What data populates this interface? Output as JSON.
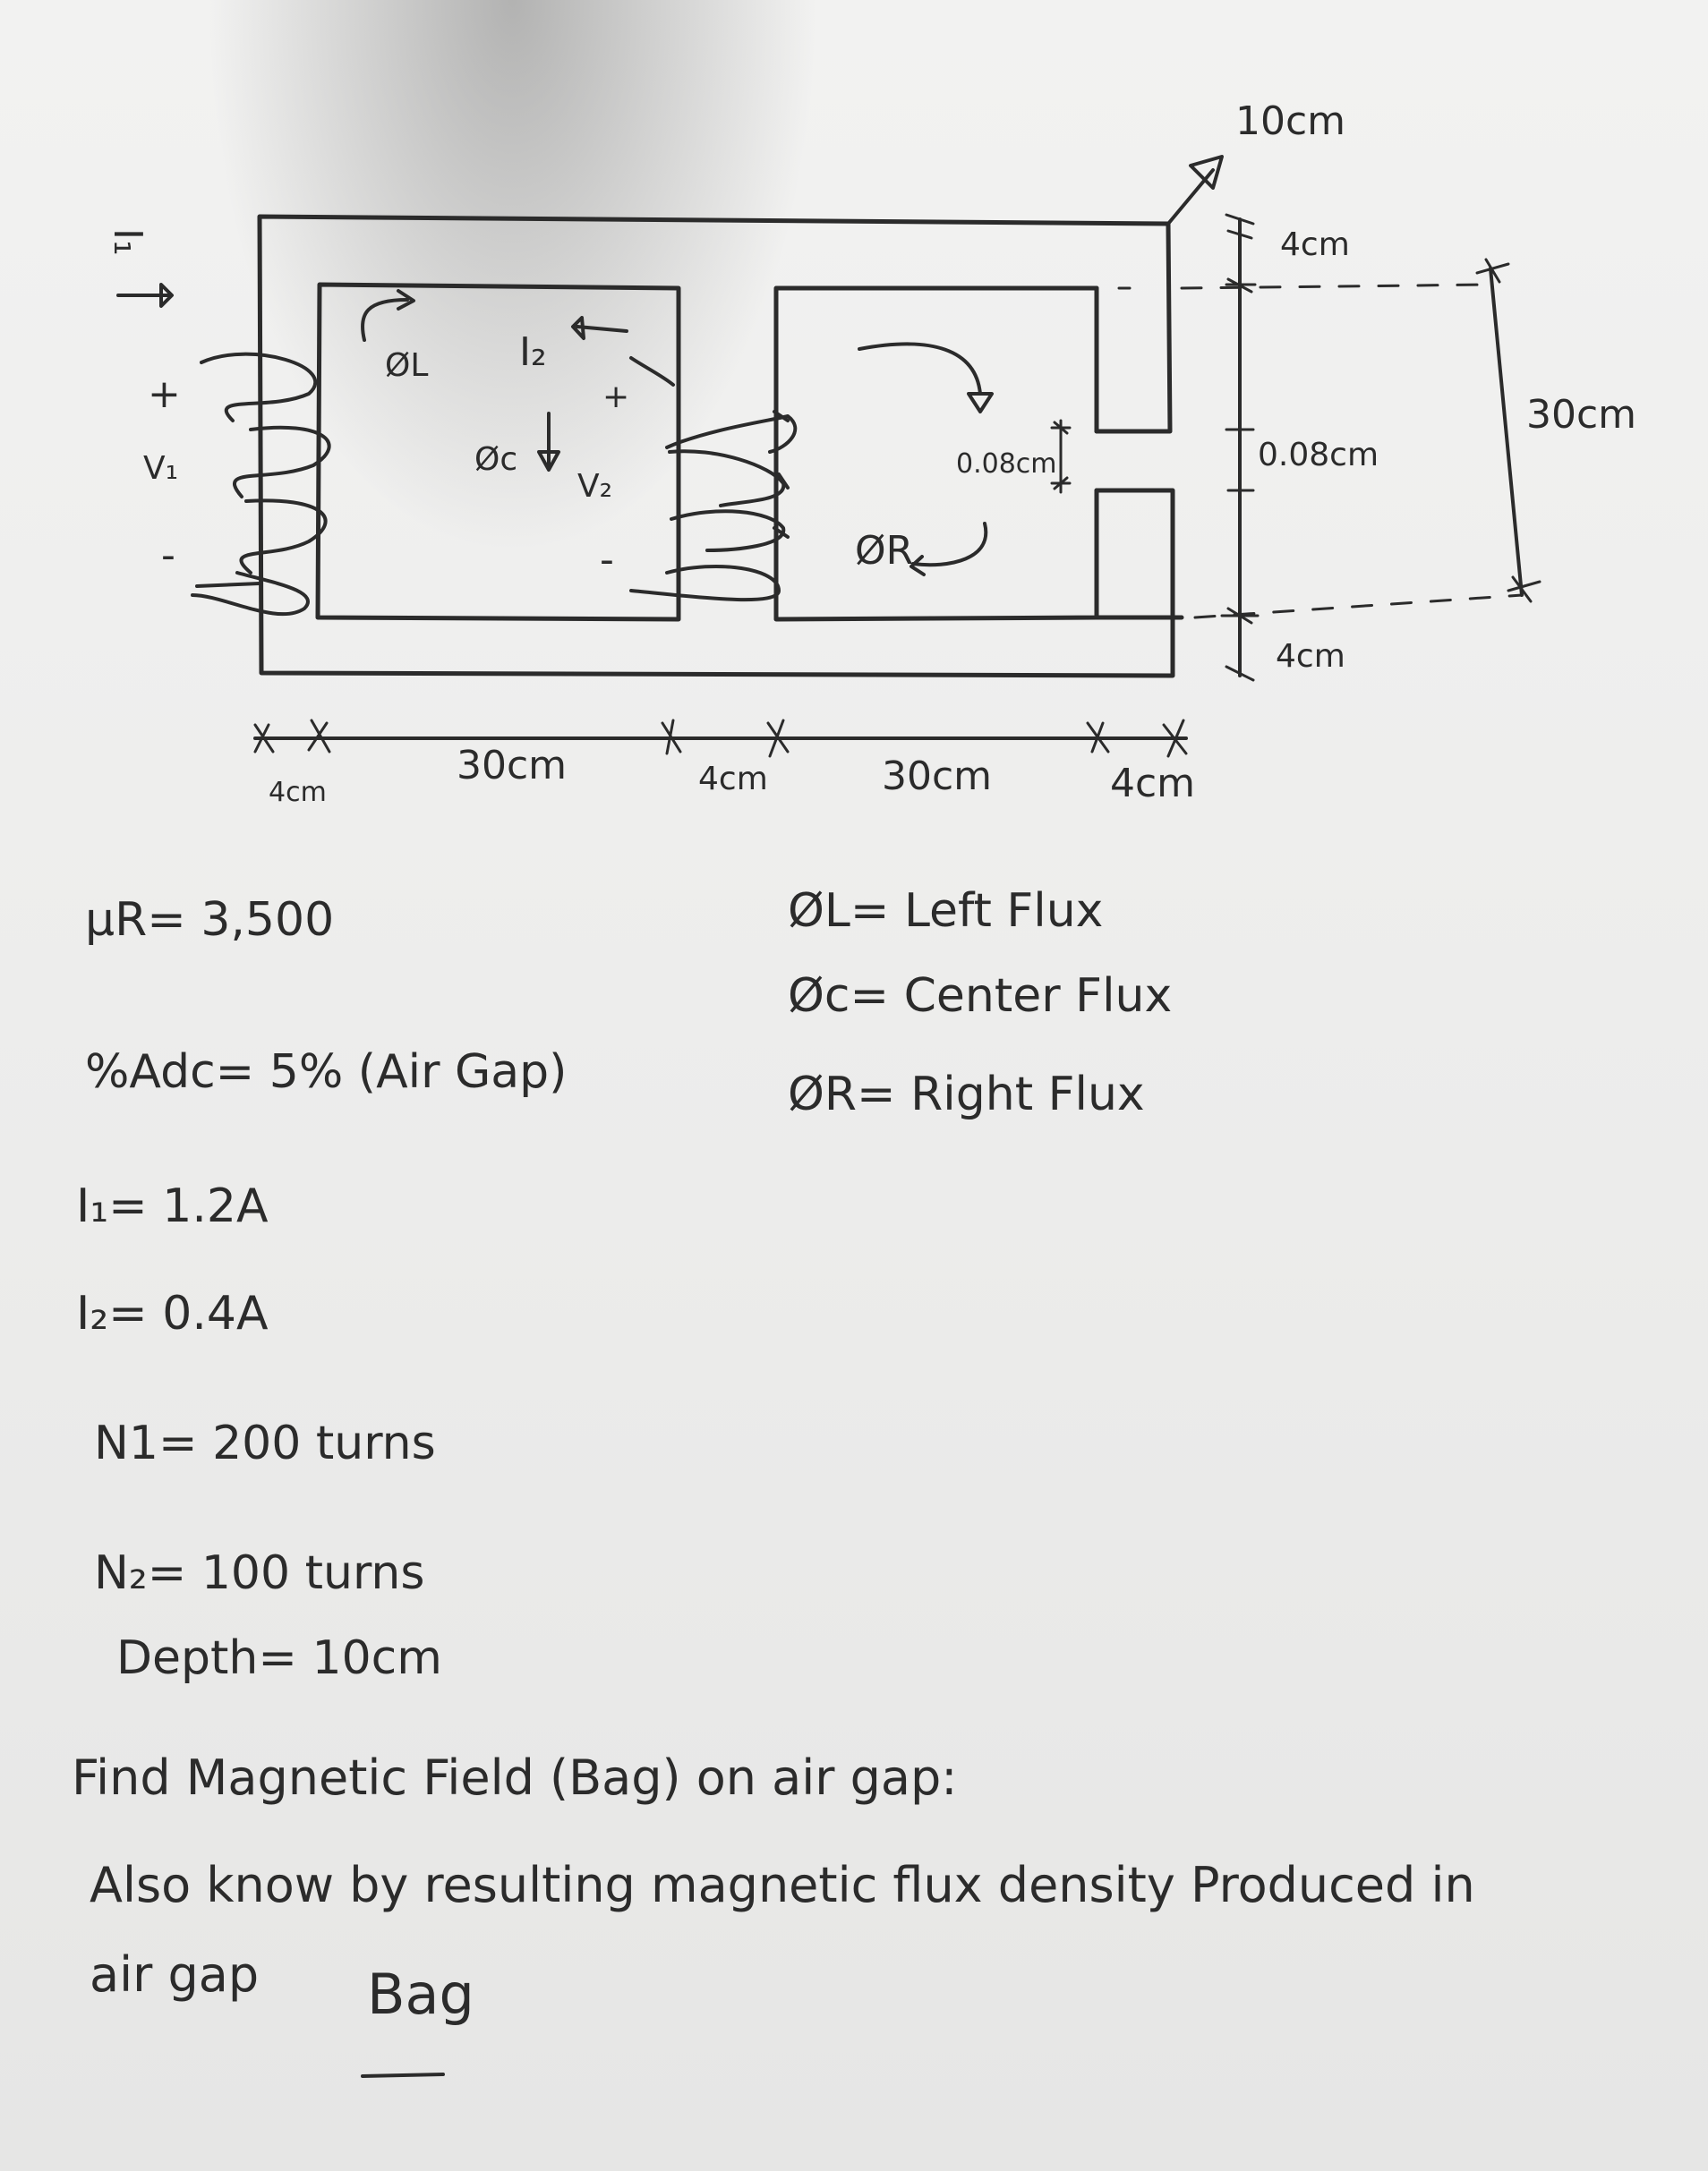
{
  "diagram": {
    "labels": {
      "i1": "I₁",
      "plus_left": "+",
      "v1": "V₁",
      "minus_left": "-",
      "phi_l": "ØL",
      "i2": "I₂",
      "plus_center": "+",
      "phi_c": "Øc",
      "v2": "V₂",
      "minus_center": "-",
      "phi_r": "ØR",
      "gap_inner": "0.08cm",
      "gap_right": "0.08cm",
      "depth_top": "10cm",
      "right_top_4cm": "4cm",
      "right_bottom_4cm": "4cm",
      "right_30cm": "30cm",
      "bottom_dims": [
        "4cm",
        "30cm",
        "4cm",
        "30cm",
        "4cm"
      ]
    }
  },
  "parameters": {
    "mu_r": "μR= 3,500",
    "adc": "%Adc= 5% (Air Gap)",
    "i1": "I₁= 1.2A",
    "i2": "I₂= 0.4A",
    "n1": "N1= 200 turns",
    "n2": "N₂= 100 turns",
    "depth": "Depth= 10cm"
  },
  "legend": {
    "left": "ØL= Left Flux",
    "center": "Øc= Center Flux",
    "right": "ØR= Right Flux"
  },
  "problem": {
    "line1": "Find Magnetic Field (Bag) on air gap:",
    "line2": "Also know by resulting magnetic flux density Produced in",
    "line3": "air gap",
    "answer": "Bag"
  }
}
